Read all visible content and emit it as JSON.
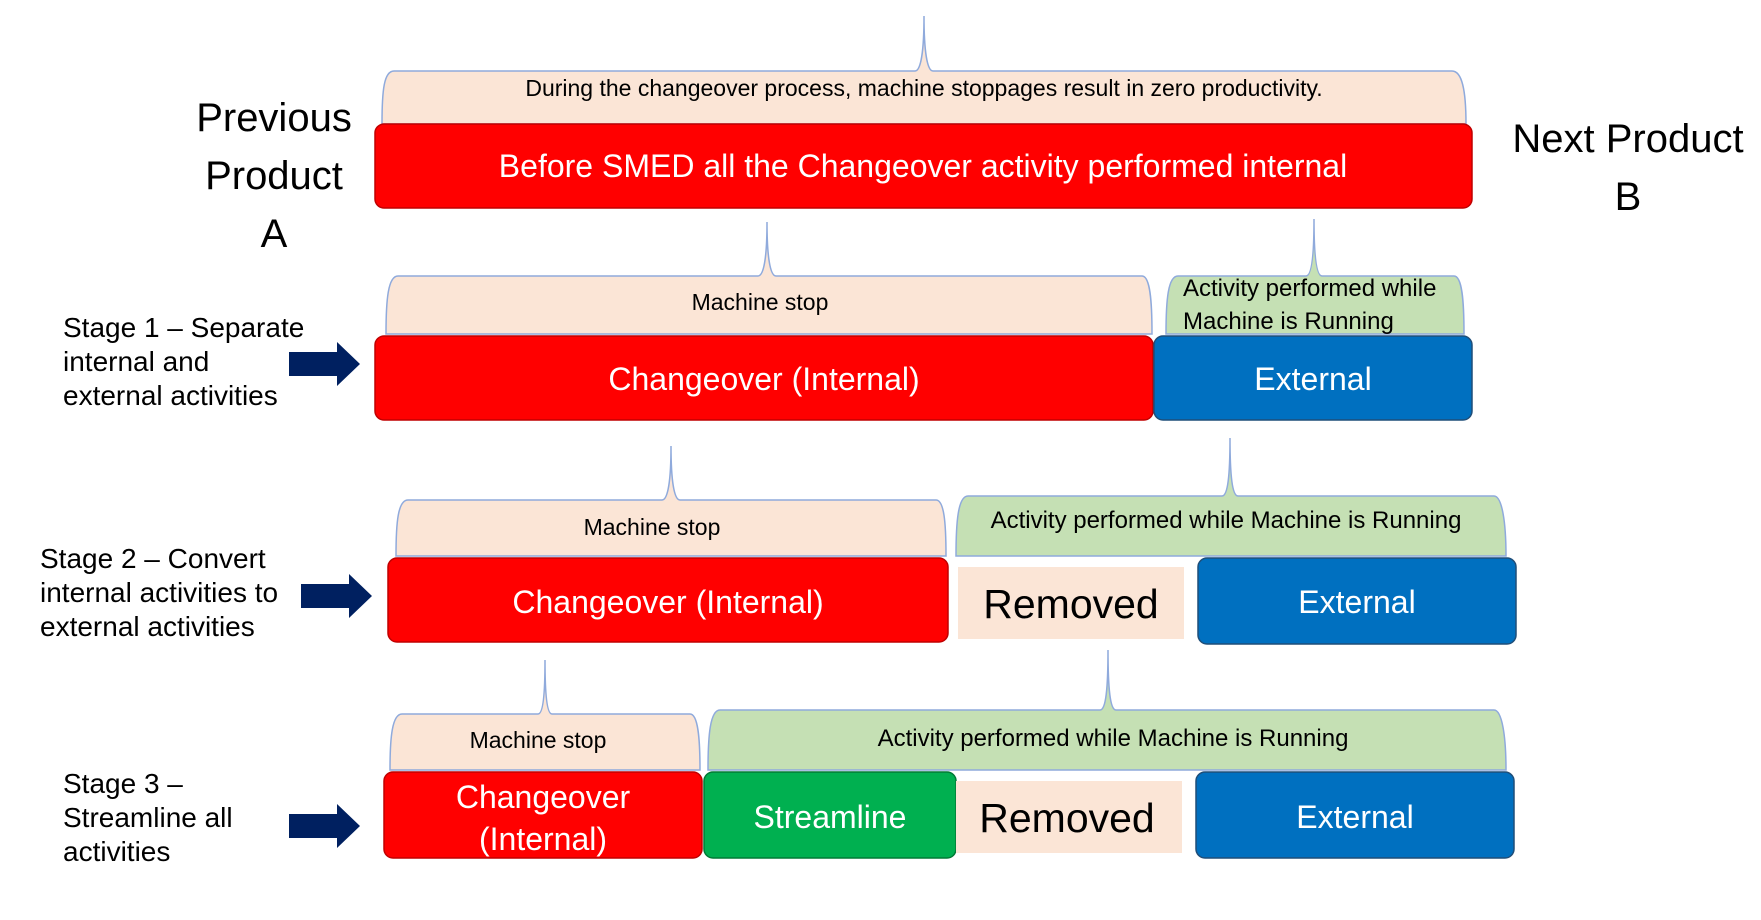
{
  "title_left": [
    "Previous",
    "Product",
    "A"
  ],
  "title_right": [
    "Next Product",
    "B"
  ],
  "top": {
    "note": "During the changeover process, machine stoppages result in zero productivity.",
    "box": "Before SMED all the Changeover activity performed internal"
  },
  "stage1": {
    "label": [
      "Stage 1 – Separate",
      "internal and",
      "external activities"
    ],
    "stop_note": "Machine stop",
    "run_note": [
      "Activity performed while",
      "Machine is Running"
    ],
    "internal_box": "Changeover (Internal)",
    "external_box": "External"
  },
  "stage2": {
    "label": [
      "Stage 2 – Convert",
      "internal activities to",
      "external activities"
    ],
    "stop_note": "Machine stop",
    "run_note": "Activity performed while Machine is Running",
    "internal_box": "Changeover (Internal)",
    "removed": "Removed",
    "external_box": "External"
  },
  "stage3": {
    "label": [
      "Stage 3 –",
      "Streamline all",
      "activities"
    ],
    "stop_note": "Machine stop",
    "run_note": "Activity performed while Machine is Running",
    "internal_box": [
      "Changeover",
      "(Internal)"
    ],
    "streamline_box": "Streamline",
    "removed": "Removed",
    "external_box": "External"
  },
  "colors": {
    "internal": "#ff0000",
    "external": "#0070c0",
    "streamline": "#00b050",
    "machine_stop": "#fbe5d6",
    "machine_running": "#c5e0b4",
    "arrow": "#002060"
  }
}
